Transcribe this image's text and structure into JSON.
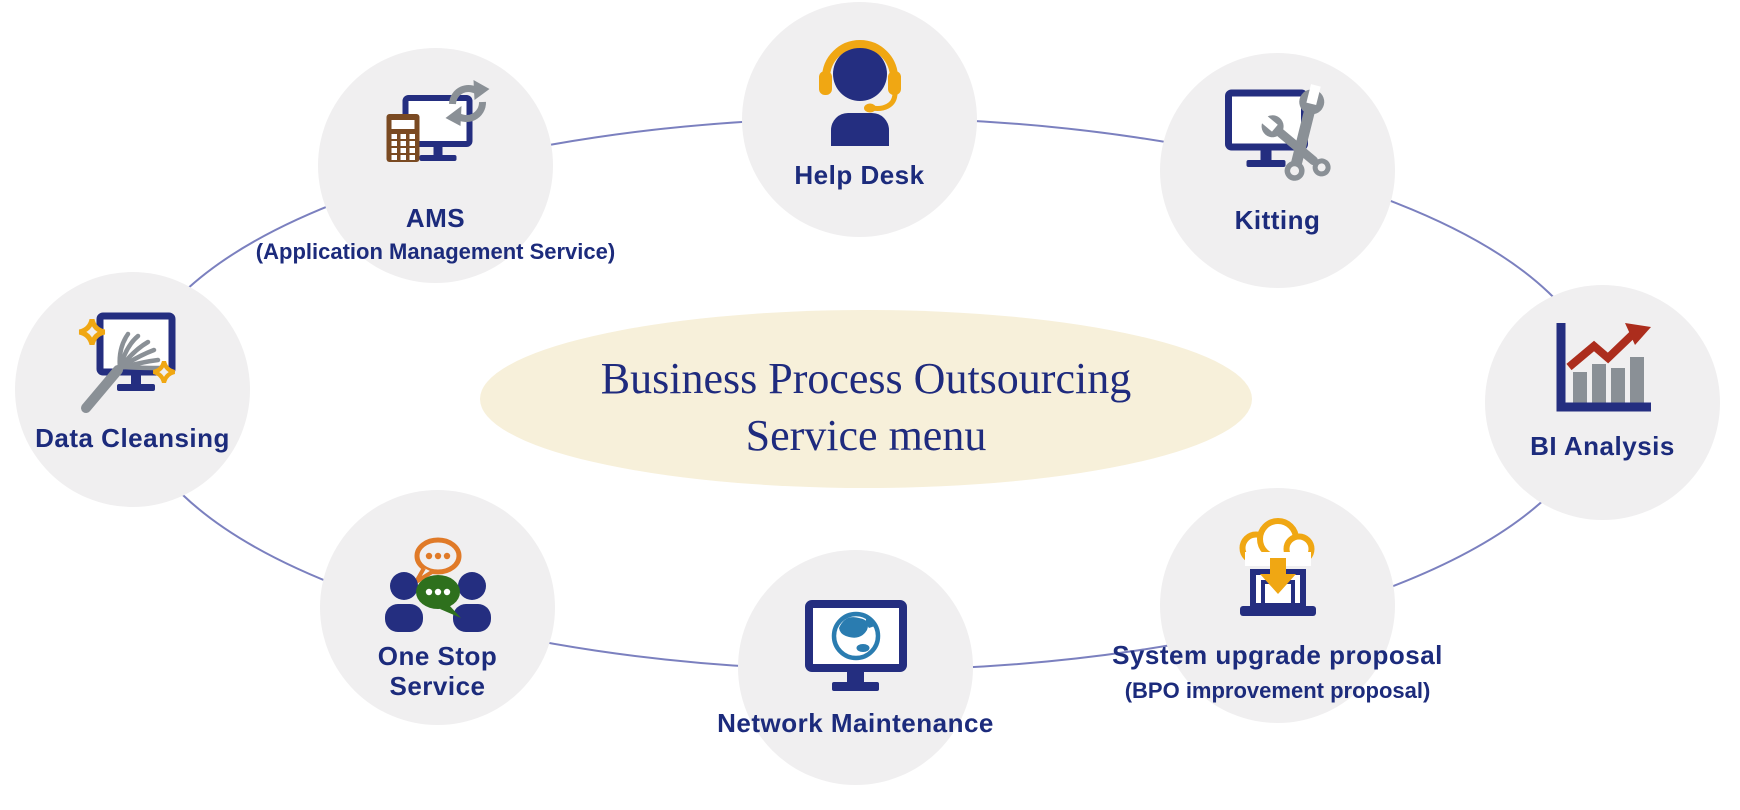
{
  "title": {
    "line1": "Business Process Outsourcing",
    "line2": "Service menu"
  },
  "nodes": {
    "ams": {
      "label": "AMS",
      "sublabel": "(Application Management Service)",
      "icon": "monitor-calculator-refresh-icon"
    },
    "help_desk": {
      "label": "Help Desk",
      "icon": "headset-agent-icon"
    },
    "kitting": {
      "label": "Kitting",
      "icon": "monitor-wrenches-icon"
    },
    "bi_analysis": {
      "label": "BI Analysis",
      "icon": "bar-chart-growth-arrow-icon"
    },
    "system_upgrade": {
      "label": "System upgrade proposal",
      "sublabel": "(BPO improvement proposal)",
      "icon": "cloud-download-laptop-icon"
    },
    "network_maintenance": {
      "label": "Network Maintenance",
      "icon": "monitor-globe-icon"
    },
    "one_stop": {
      "label": "One Stop",
      "label2": "Service",
      "icon": "people-chat-bubbles-icon"
    },
    "data_cleansing": {
      "label": "Data Cleansing",
      "icon": "monitor-duster-sparkle-icon"
    }
  },
  "colors": {
    "circle_bg": "#f0eff0",
    "ring_line": "#7b80bf",
    "center_ellipse_bg": "#f7f0da",
    "label_navy": "#1c2b7c",
    "title_navy": "#1f2b7e",
    "icon_navy": "#242e80",
    "accent_orange": "#f0a713",
    "tool_gray": "#8a9096",
    "calculator_brown": "#7a4a22",
    "bubble_green": "#2e701d",
    "bubble_orange": "#e07a28",
    "globe_blue": "#2a7cb0",
    "chart_red": "#ac2d1d"
  }
}
